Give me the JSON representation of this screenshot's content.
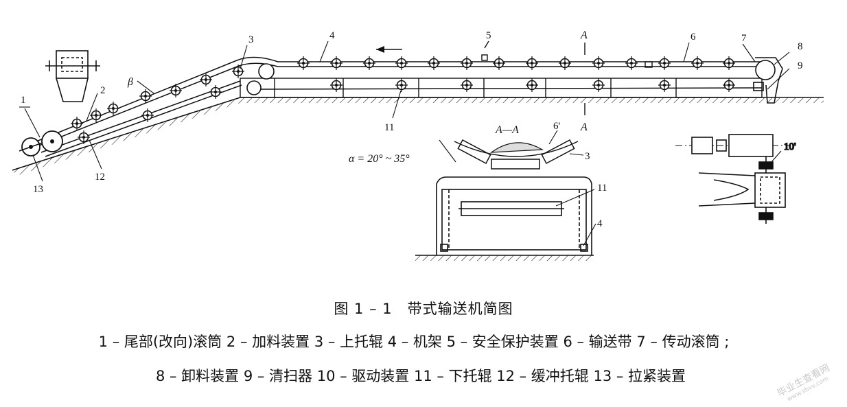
{
  "figure": {
    "caption": "图 1 – 1　带式输送机简图",
    "legend_line1": "1 – 尾部(改向)滚筒 2 – 加料装置 3 – 上托辊 4 – 机架 5 – 安全保护装置 6 – 输送带 7 – 传动滚筒 ;",
    "legend_line2": "8 – 卸料装置 9 – 清扫器 10 – 驱动装置 11 – 下托辊 12 – 缓冲托辊 13 – 拉紧装置"
  },
  "labels": {
    "n1": "1",
    "n2": "2",
    "n3": "3",
    "n4": "4",
    "n5": "5",
    "n6": "6",
    "n7": "7",
    "n8": "8",
    "n9": "9",
    "n11": "11",
    "n12": "12",
    "n13": "13",
    "beta": "β",
    "A_top": "A",
    "A_bottom": "A",
    "section_title": "A—A",
    "alpha": "α = 20° ~ 35°",
    "sec_6": "6'",
    "sec_3": "3",
    "sec_11": "11",
    "sec_4": "4",
    "drive_10": "10'"
  },
  "watermark": {
    "text": "毕业生查看网",
    "url": "www.sbvv.com"
  }
}
